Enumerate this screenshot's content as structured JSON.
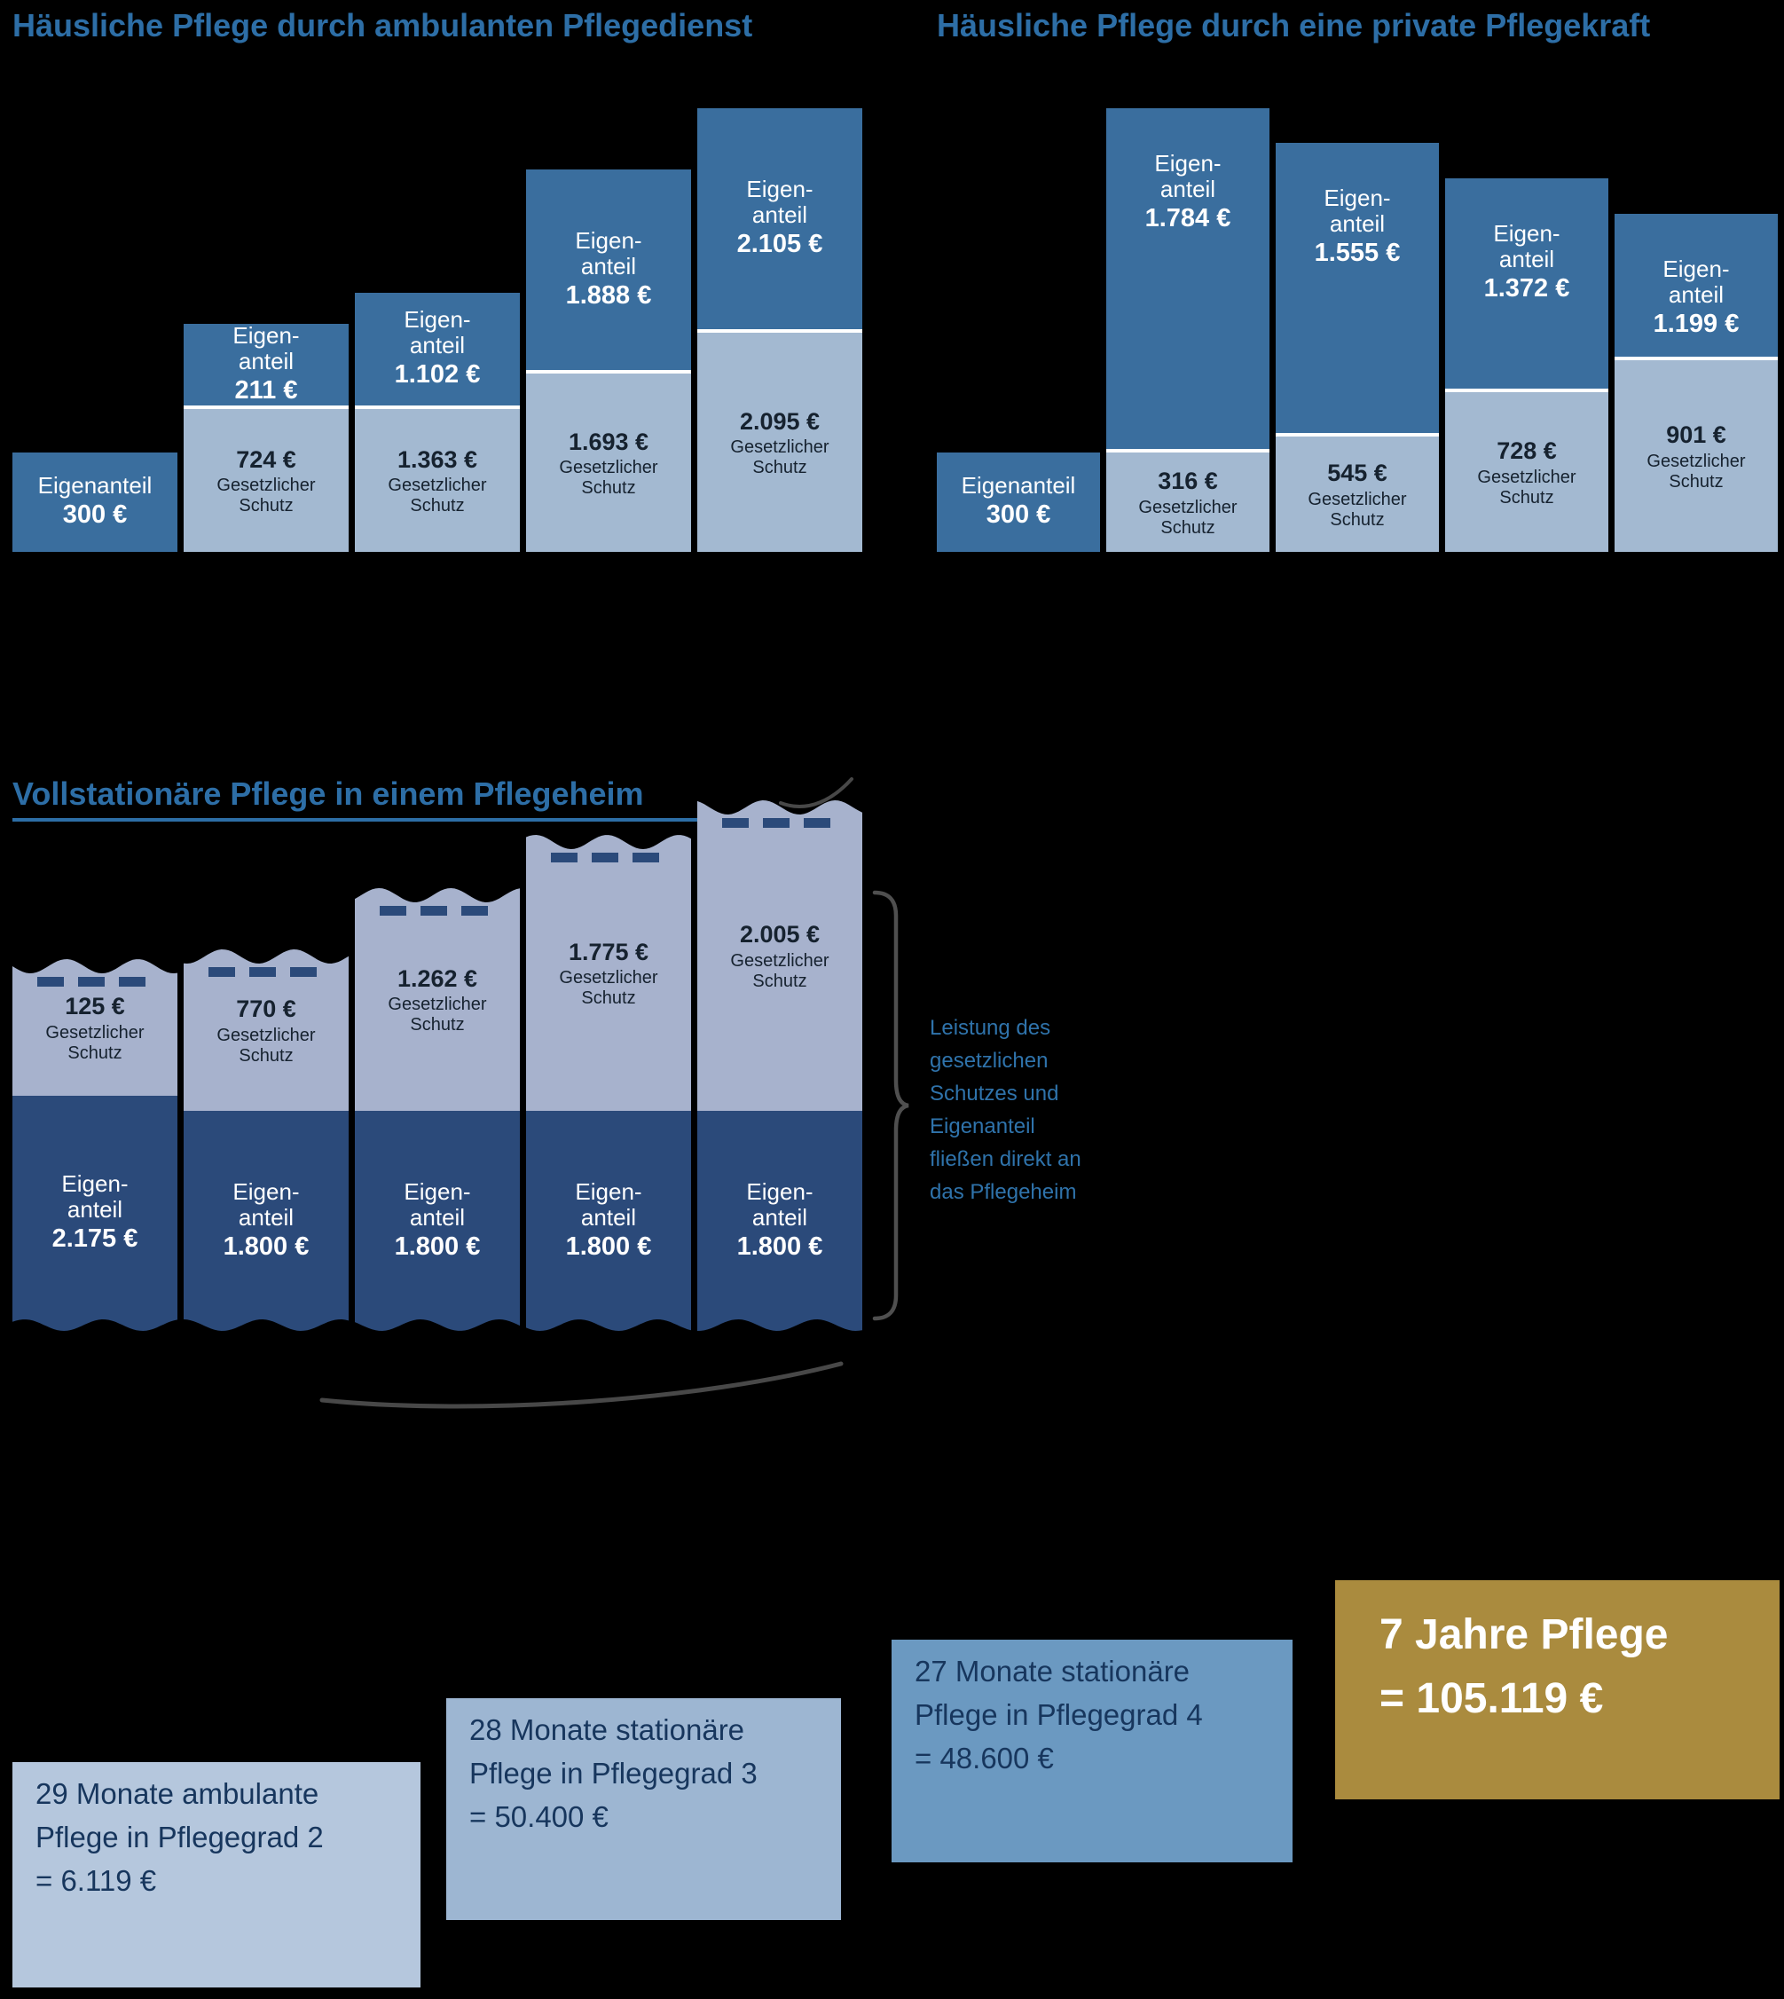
{
  "colors": {
    "background": "#000000",
    "title_blue": "#2d6ea6",
    "bar_dark_blue": "#3a6e9e",
    "bar_light_blue": "#a3b9d1",
    "home_dark_navy": "#2b4a7a",
    "home_light_blue": "#a7b2cd",
    "text_on_light": "#16222f",
    "annotation_blue": "#2f73ab",
    "separator_white": "#ffffff",
    "box1_bg": "#b5c7dd",
    "box2_bg": "#9db6d2",
    "box3_bg": "#6b99c1",
    "box_gold_bg": "#aa8b3e",
    "box_text_dark": "#17365d",
    "brace_gray": "#4f4f4f"
  },
  "chart_data": [
    {
      "id": "ambulant",
      "type": "bar",
      "title": "Häusliche Pflege durch ambulanten Pflegedienst",
      "stack_order": "own-share-on-top",
      "bars": [
        {
          "own_share_eur": 300,
          "statutory_eur": null,
          "own_share": {
            "label_lines": [
              "Eigenanteil"
            ],
            "value": "300 €"
          },
          "statutory": null
        },
        {
          "own_share_eur": 211,
          "statutory_eur": 724,
          "own_share": {
            "label_lines": [
              "Eigen-",
              "anteil"
            ],
            "value": "211 €"
          },
          "statutory": {
            "value": "724 €",
            "label_lines": [
              "Gesetzlicher",
              "Schutz"
            ]
          }
        },
        {
          "own_share_eur": 1102,
          "statutory_eur": 1363,
          "own_share": {
            "label_lines": [
              "Eigen-",
              "anteil"
            ],
            "value": "1.102 €"
          },
          "statutory": {
            "value": "1.363 €",
            "label_lines": [
              "Gesetzlicher",
              "Schutz"
            ]
          }
        },
        {
          "own_share_eur": 1888,
          "statutory_eur": 1693,
          "own_share": {
            "label_lines": [
              "Eigen-",
              "anteil"
            ],
            "value": "1.888 €"
          },
          "statutory": {
            "value": "1.693 €",
            "label_lines": [
              "Gesetzlicher",
              "Schutz"
            ]
          }
        },
        {
          "own_share_eur": 2105,
          "statutory_eur": 2095,
          "own_share": {
            "label_lines": [
              "Eigen-",
              "anteil"
            ],
            "value": "2.105 €"
          },
          "statutory": {
            "value": "2.095 €",
            "label_lines": [
              "Gesetzlicher",
              "Schutz"
            ]
          }
        }
      ]
    },
    {
      "id": "privat",
      "type": "bar",
      "title": "Häusliche Pflege durch eine private Pflegekraft",
      "stack_order": "own-share-on-top",
      "bars": [
        {
          "own_share_eur": 300,
          "statutory_eur": null,
          "own_share": {
            "label_lines": [
              "Eigenanteil"
            ],
            "value": "300 €"
          },
          "statutory": null
        },
        {
          "own_share_eur": 1784,
          "statutory_eur": 316,
          "own_share": {
            "label_lines": [
              "Eigen-",
              "anteil"
            ],
            "value": "1.784 €"
          },
          "statutory": {
            "value": "316 €",
            "label_lines": [
              "Gesetzlicher",
              "Schutz"
            ]
          }
        },
        {
          "own_share_eur": 1555,
          "statutory_eur": 545,
          "own_share": {
            "label_lines": [
              "Eigen-",
              "anteil"
            ],
            "value": "1.555 €"
          },
          "statutory": {
            "value": "545 €",
            "label_lines": [
              "Gesetzlicher",
              "Schutz"
            ]
          }
        },
        {
          "own_share_eur": 1372,
          "statutory_eur": 728,
          "own_share": {
            "label_lines": [
              "Eigen-",
              "anteil"
            ],
            "value": "1.372 €"
          },
          "statutory": {
            "value": "728 €",
            "label_lines": [
              "Gesetzlicher",
              "Schutz"
            ]
          }
        },
        {
          "own_share_eur": 1199,
          "statutory_eur": 901,
          "own_share": {
            "label_lines": [
              "Eigen-",
              "anteil"
            ],
            "value": "1.199 €"
          },
          "statutory": {
            "value": "901 €",
            "label_lines": [
              "Gesetzlicher",
              "Schutz"
            ]
          }
        }
      ]
    },
    {
      "id": "stationaer",
      "type": "bar",
      "title": "Vollstationäre Pflege in einem Pflegeheim",
      "stack_order": "statutory-on-top",
      "bars": [
        {
          "statutory_eur": 125,
          "own_share_eur": 2175,
          "statutory": {
            "value": "125 €",
            "label_lines": [
              "Gesetzlicher",
              "Schutz"
            ]
          },
          "own_share": {
            "label_lines": [
              "Eigen-",
              "anteil"
            ],
            "value": "2.175 €"
          }
        },
        {
          "statutory_eur": 770,
          "own_share_eur": 1800,
          "statutory": {
            "value": "770 €",
            "label_lines": [
              "Gesetzlicher",
              "Schutz"
            ]
          },
          "own_share": {
            "label_lines": [
              "Eigen-",
              "anteil"
            ],
            "value": "1.800 €"
          }
        },
        {
          "statutory_eur": 1262,
          "own_share_eur": 1800,
          "statutory": {
            "value": "1.262 €",
            "label_lines": [
              "Gesetzlicher",
              "Schutz"
            ]
          },
          "own_share": {
            "label_lines": [
              "Eigen-",
              "anteil"
            ],
            "value": "1.800 €"
          }
        },
        {
          "statutory_eur": 1775,
          "own_share_eur": 1800,
          "statutory": {
            "value": "1.775 €",
            "label_lines": [
              "Gesetzlicher",
              "Schutz"
            ]
          },
          "own_share": {
            "label_lines": [
              "Eigen-",
              "anteil"
            ],
            "value": "1.800 €"
          }
        },
        {
          "statutory_eur": 2005,
          "own_share_eur": 1800,
          "statutory": {
            "value": "2.005 €",
            "label_lines": [
              "Gesetzlicher",
              "Schutz"
            ]
          },
          "own_share": {
            "label_lines": [
              "Eigen-",
              "anteil"
            ],
            "value": "1.800 €"
          }
        }
      ]
    }
  ],
  "annotation": {
    "lines": [
      "Leistung des",
      "gesetzlichen",
      "Schutzes und",
      "Eigenanteil",
      "fließen direkt an",
      "das Pflegeheim"
    ]
  },
  "summary_boxes": [
    {
      "lines": [
        "29 Monate ambulante",
        "Pflege in Pflegegrad 2",
        "= 6.119 €"
      ],
      "total_eur": 6119
    },
    {
      "lines": [
        "28 Monate stationäre",
        "Pflege in Pflegegrad 3",
        "= 50.400 €"
      ],
      "total_eur": 50400
    },
    {
      "lines": [
        "27 Monate stationäre",
        "Pflege in Pflegegrad 4",
        "= 48.600 €"
      ],
      "total_eur": 48600
    },
    {
      "lines": [
        "7 Jahre Pflege",
        "= 105.119 €"
      ],
      "total_eur": 105119,
      "highlight": true
    }
  ]
}
